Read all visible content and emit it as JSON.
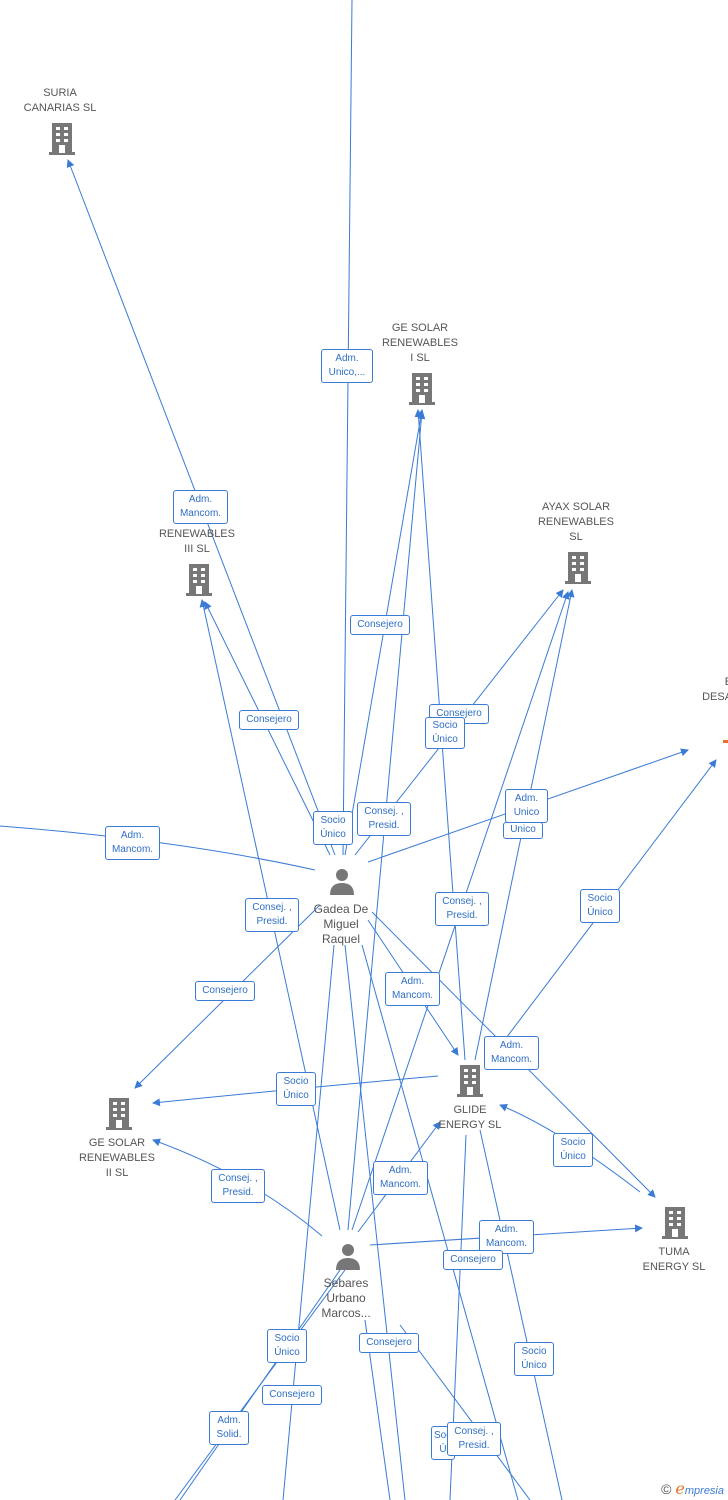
{
  "colors": {
    "edge": "#3a7bd5",
    "node_text": "#555555",
    "icon": "#777777",
    "brand_accent": "#e8732a"
  },
  "companies": [
    {
      "id": "suria",
      "label": "SURIA\nCANARIAS SL",
      "icon": "building-icon"
    },
    {
      "id": "ge1",
      "label": "GE SOLAR\nRENEWABLES\nI  SL",
      "icon": "building-icon"
    },
    {
      "id": "ge3",
      "label": "RENEWABLES\nIII  SL",
      "icon": "building-icon"
    },
    {
      "id": "ayax",
      "label": "AYAX SOLAR\nRENEWABLES\nSL",
      "icon": "building-icon"
    },
    {
      "id": "glide",
      "label": "GLIDE\nENERGY  SL",
      "icon": "building-icon"
    },
    {
      "id": "ge2",
      "label": "GE SOLAR\nRENEWABLES\nII  SL",
      "icon": "building-icon"
    },
    {
      "id": "tuma",
      "label": "TUMA\nENERGY  SL",
      "icon": "building-icon"
    },
    {
      "id": "partial",
      "label": "G\nEN\nDESAR",
      "icon": "building-icon"
    }
  ],
  "people": [
    {
      "id": "gadea",
      "label": "Gadea De\nMiguel\nRaquel",
      "icon": "person-icon"
    },
    {
      "id": "sebares",
      "label": "Sebares\nUrbano\nMarcos...",
      "icon": "person-icon"
    }
  ],
  "relations": [
    "Adm.\nUnico,...",
    "Adm.\nMancom.",
    "Consejero",
    "Consejero",
    "Consejero",
    "Socio\nÚnico",
    "Socio\nÚnico",
    "Consej. ,\nPresid.",
    "Adm.\nMancom.",
    "Adm.\nUnico",
    "Unico",
    "Consej. ,\nPresid.",
    "Socio\nÚnico",
    "Consej. ,\nPresid.",
    "Consejero",
    "Adm.\nMancom.",
    "Adm.\nMancom.",
    "Socio\nÚnico",
    "Socio\nÚnico",
    "Consej. ,\nPresid.",
    "Adm.\nMancom.",
    "Adm.\nMancom.",
    "Consejero",
    "Socio\nÚnico",
    "Consejero",
    "Socio\nÚnico",
    "Consejero",
    "Adm.\nSolid.",
    "Socio\nÚ",
    "Consej. ,\nPresid."
  ],
  "footer": {
    "copyright": "©",
    "brand_initial": "e",
    "brand_rest": "mpresia"
  }
}
